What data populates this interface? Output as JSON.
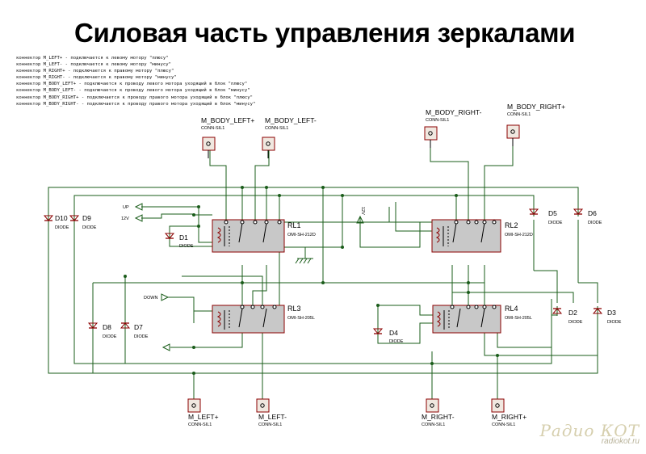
{
  "title": "Силовая часть управления зеркалами",
  "notes": [
    "коннектор M_LEFT+  -  подключается к левому мотору \"плюсу\"",
    "коннектор M_LEFT-  -  подключается к левому мотору \"минусу\"",
    "коннектор M_RIGHT+  -  подключается к правому мотору \"плюсу\"",
    "коннектор M_RIGHT-  -  подключается к правому мотору \"минусу\"",
    "коннектор M_BODY_LEFT+  -  подключается к проводу левого мотора уходящий в блок \"плюсу\"",
    "коннектор M_BODY_LEFT-  -  подключается к проводу левого мотора уходящий в блок \"минусу\"",
    "коннектор M_BODY_RIGHT+  -  подключается к проводу правого мотора уходящий в блок \"плюсу\"",
    "коннектор M_BODY_RIGHT-  -  подключается к проводу правого мотора уходящий в блок \"минусу\""
  ],
  "connectors": {
    "body_left_plus": {
      "name": "M_BODY_LEFT+",
      "part": "CONN-SIL1"
    },
    "body_left_minus": {
      "name": "M_BODY_LEFT-",
      "part": "CONN-SIL1"
    },
    "body_right_minus": {
      "name": "M_BODY_RIGHT-",
      "part": "CONN-SIL1"
    },
    "body_right_plus": {
      "name": "M_BODY_RIGHT+",
      "part": "CONN-SIL1"
    },
    "left_plus": {
      "name": "M_LEFT+",
      "part": "CONN-SIL1"
    },
    "left_minus": {
      "name": "M_LEFT-",
      "part": "CONN-SIL1"
    },
    "right_minus": {
      "name": "M_RIGHT-",
      "part": "CONN-SIL1"
    },
    "right_plus": {
      "name": "M_RIGHT+",
      "part": "CONN-SIL1"
    }
  },
  "relays": {
    "rl1": {
      "name": "RL1",
      "part": "OMI-SH-212D"
    },
    "rl2": {
      "name": "RL2",
      "part": "OMI-SH-212D"
    },
    "rl3": {
      "name": "RL3",
      "part": "OMI-SH-205L"
    },
    "rl4": {
      "name": "RL4",
      "part": "OMI-SH-205L"
    }
  },
  "diodes": {
    "d1": {
      "name": "D1",
      "part": "DIODE"
    },
    "d2": {
      "name": "D2",
      "part": "DIODE"
    },
    "d3": {
      "name": "D3",
      "part": "DIODE"
    },
    "d4": {
      "name": "D4",
      "part": "DIODE"
    },
    "d5": {
      "name": "D5",
      "part": "DIODE"
    },
    "d6": {
      "name": "D6",
      "part": "DIODE"
    },
    "d7": {
      "name": "D7",
      "part": "DIODE"
    },
    "d8": {
      "name": "D8",
      "part": "DIODE"
    },
    "d9": {
      "name": "D9",
      "part": "DIODE"
    },
    "d10": {
      "name": "D10",
      "part": "DIODE"
    }
  },
  "nets": {
    "up": "UP",
    "v12_left": "12V",
    "v12_mid": "12V",
    "down": "DOWN"
  },
  "watermark": {
    "top": "Радио КОТ",
    "bottom": "radiokot.ru"
  },
  "colors": {
    "wire": "#1a5c1a",
    "relay_fill": "#c8c8c8",
    "component": "#8b0000",
    "background": "#ffffff"
  }
}
